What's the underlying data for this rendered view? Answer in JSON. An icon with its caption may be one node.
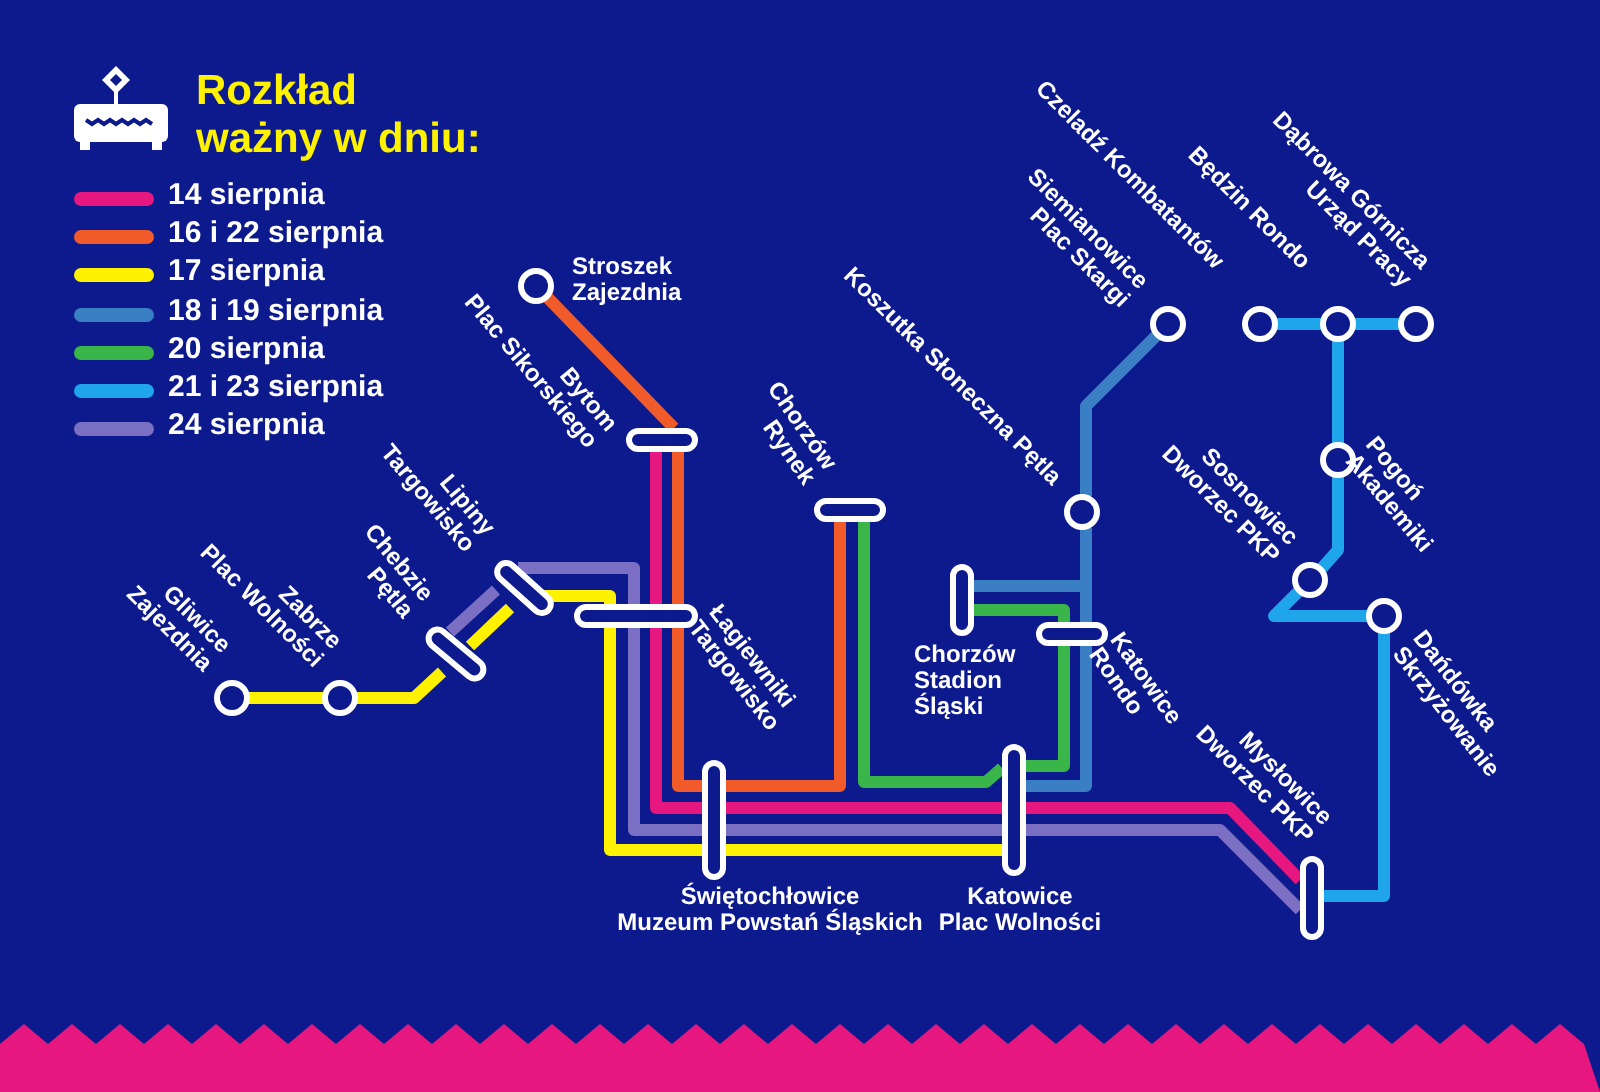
{
  "diagram": {
    "title": "Rozkład ważny w dniu:",
    "nodes": [
      {
        "text": [
          "Gliwice Zajezdnia"
        ]
      },
      {
        "text": [
          "Zabrze Plac Wolności"
        ]
      },
      {
        "text": [
          "Chebzie Pętla"
        ]
      },
      {
        "text": [
          "Lipiny Targowisko"
        ]
      },
      {
        "text": [
          "Stroszek Zajezdnia"
        ]
      },
      {
        "text": [
          "Bytom Plac Sikorskiego"
        ]
      },
      {
        "text": [
          "Łagiewniki Targowisko"
        ]
      },
      {
        "text": [
          "Chorzów Rynek"
        ]
      },
      {
        "text": [
          "Świętochłowice Muzeum Powstań Śląskich"
        ]
      },
      {
        "text": [
          "Chorzów Stadion Śląski"
        ]
      },
      {
        "text": [
          "Katowice Plac Wolności"
        ]
      },
      {
        "text": [
          "Koszutka Słoneczna Pętla"
        ]
      },
      {
        "text": [
          "Czeladź Kombatantów",
          "Siemianowice Plac Skargi"
        ]
      },
      {
        "text": [
          "Katowice Rondo"
        ]
      },
      {
        "text": [
          "Będzin Rondo"
        ]
      },
      {
        "text": [],
        "shape": "circle"
      },
      {
        "text": [
          "Dąbrowa Górnicza Urząd Pracy"
        ]
      },
      {
        "text": [
          "Pogoń Akademiki"
        ]
      },
      {
        "text": [
          "Sosnowiec Dworzec PKP"
        ]
      },
      {
        "text": [
          "Dańdówka Skrzyżowanie"
        ]
      },
      {
        "text": [
          "Mysłowice Dworzec PKP"
        ]
      }
    ],
    "edges": [
      {
        "from": 0,
        "to": 1,
        "arrow": "none",
        "color": "#fff200"
      },
      {
        "from": 1,
        "to": 2,
        "arrow": "none",
        "color": "#fff200"
      },
      {
        "from": 2,
        "to": 3,
        "arrow": "none",
        "color": "#fff200"
      },
      {
        "from": 3,
        "to": 6,
        "arrow": "none",
        "color": "#fff200"
      },
      {
        "from": 6,
        "to": 8,
        "arrow": "none",
        "color": "#fff200"
      },
      {
        "from": 8,
        "to": 10,
        "arrow": "none",
        "color": "#fff200"
      },
      {
        "from": 2,
        "to": 3,
        "arrow": "none",
        "color": "#7b6fc4"
      },
      {
        "from": 3,
        "to": 6,
        "arrow": "none",
        "color": "#7b6fc4"
      },
      {
        "from": 6,
        "to": 8,
        "arrow": "none",
        "color": "#7b6fc4"
      },
      {
        "from": 8,
        "to": 10,
        "arrow": "none",
        "color": "#7b6fc4"
      },
      {
        "from": 10,
        "to": 20,
        "arrow": "none",
        "color": "#7b6fc4"
      },
      {
        "from": 5,
        "to": 6,
        "arrow": "none",
        "color": "#e6177f"
      },
      {
        "from": 6,
        "to": 8,
        "arrow": "none",
        "color": "#e6177f"
      },
      {
        "from": 8,
        "to": 10,
        "arrow": "none",
        "color": "#e6177f"
      },
      {
        "from": 10,
        "to": 20,
        "arrow": "none",
        "color": "#e6177f"
      },
      {
        "from": 4,
        "to": 5,
        "arrow": "none",
        "color": "#f15a29"
      },
      {
        "from": 5,
        "to": 6,
        "arrow": "none",
        "color": "#f15a29"
      },
      {
        "from": 6,
        "to": 8,
        "arrow": "none",
        "color": "#f15a29"
      },
      {
        "from": 8,
        "to": 7,
        "arrow": "none",
        "color": "#f15a29"
      },
      {
        "from": 7,
        "to": 10,
        "arrow": "none",
        "color": "#39b54a"
      },
      {
        "from": 10,
        "to": 13,
        "arrow": "none",
        "color": "#39b54a"
      },
      {
        "from": 13,
        "to": 9,
        "arrow": "none",
        "color": "#39b54a"
      },
      {
        "from": 12,
        "to": 11,
        "arrow": "none",
        "color": "#3a7fc4"
      },
      {
        "from": 11,
        "to": 9,
        "arrow": "none",
        "color": "#3a7fc4"
      },
      {
        "from": 11,
        "to": 13,
        "arrow": "none",
        "color": "#3a7fc4"
      },
      {
        "from": 13,
        "to": 10,
        "arrow": "none",
        "color": "#3a7fc4"
      },
      {
        "from": 14,
        "to": 15,
        "arrow": "none",
        "color": "#1ea5ea"
      },
      {
        "from": 15,
        "to": 16,
        "arrow": "none",
        "color": "#1ea5ea"
      },
      {
        "from": 15,
        "to": 17,
        "arrow": "none",
        "color": "#1ea5ea"
      },
      {
        "from": 17,
        "to": 18,
        "arrow": "none",
        "color": "#1ea5ea"
      },
      {
        "from": 18,
        "to": 19,
        "arrow": "none",
        "color": "#1ea5ea"
      },
      {
        "from": 19,
        "to": 20,
        "arrow": "none",
        "color": "#1ea5ea"
      }
    ],
    "legend": [
      {
        "text": "14 sierpnia",
        "color": "#e6177f"
      },
      {
        "text": "16 i 22 sierpnia",
        "color": "#f15a29"
      },
      {
        "text": "17 sierpnia",
        "color": "#fff200"
      },
      {
        "text": "18 i 19 sierpnia",
        "color": "#3a7fc4"
      },
      {
        "text": "20 sierpnia",
        "color": "#39b54a"
      },
      {
        "text": "21 i 23 sierpnia",
        "color": "#1ea5ea"
      },
      {
        "text": "24 sierpnia",
        "color": "#7b6fc4"
      }
    ]
  }
}
